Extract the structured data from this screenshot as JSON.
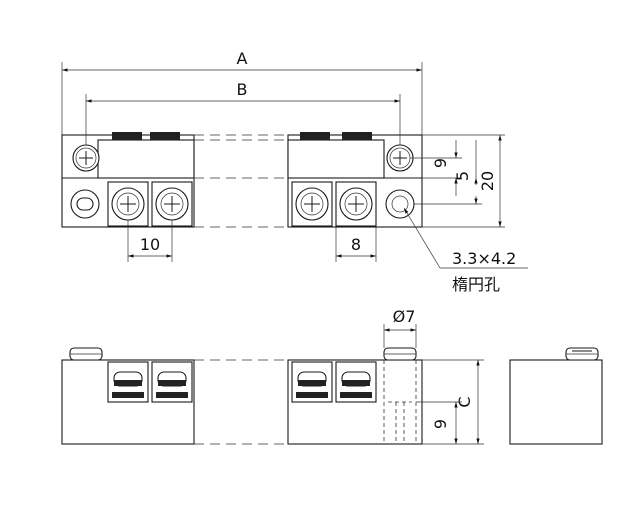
{
  "dimensions": {
    "overall_length": "A",
    "mount_pitch": "B",
    "terminal_pitch_left": "10",
    "terminal_pitch_right": "8",
    "upper_offset": "9",
    "hole_offset": "5",
    "total_depth": "20",
    "screw_head_dia": "Ø7",
    "height": "C",
    "lower_height": "9"
  },
  "notes": {
    "slot_size": "3.3×4.2",
    "slot_type": "楕円孔"
  }
}
